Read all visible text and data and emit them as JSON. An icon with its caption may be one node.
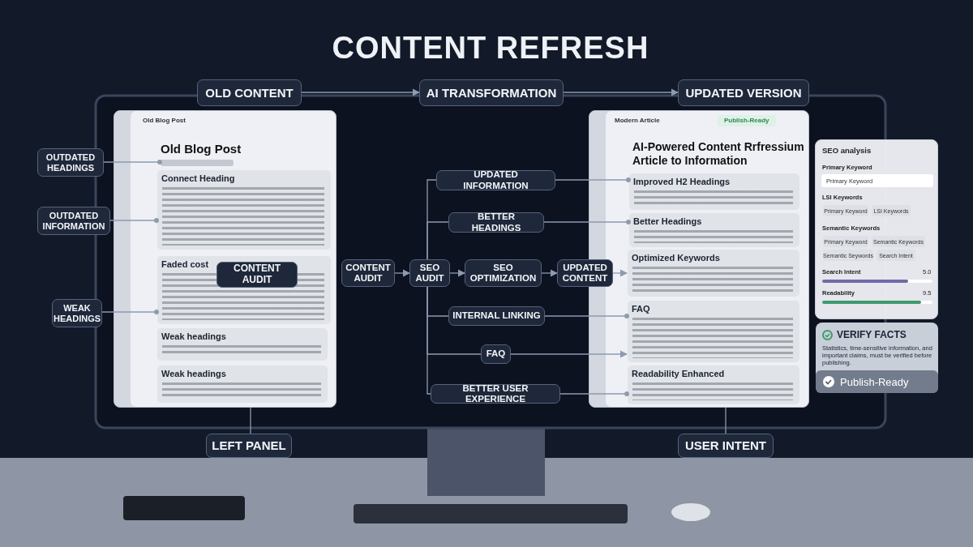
{
  "diagram": {
    "title": "CONTENT REFRESH",
    "nodes": [
      {
        "text": [
          "OLD CONTENT"
        ]
      },
      {
        "text": [
          "AI TRANSFORMATION"
        ]
      },
      {
        "text": [
          "UPDATED VERSION"
        ]
      },
      {
        "text": [
          "Old Blog Post",
          "Old Blog Post"
        ]
      },
      {
        "text": [],
        "shape": "bar",
        "in": 3
      },
      {
        "text": [
          "Connect Heading"
        ],
        "in": 3
      },
      {
        "text": [
          "Faded cost"
        ],
        "in": 3
      },
      {
        "text": [
          "CONTENT AUDIT"
        ],
        "in": 6
      },
      {
        "text": [
          "Weak headings"
        ],
        "in": 3
      },
      {
        "text": [
          "Weak headings"
        ],
        "in": 3
      },
      {
        "text": [
          "OUTDATED HEADINGS"
        ]
      },
      {
        "text": [
          "OUTDATED INFORMATION"
        ]
      },
      {
        "text": [
          "WEAK HEADINGS"
        ]
      },
      {
        "text": [
          "CONTENT AUDIT"
        ]
      },
      {
        "text": [
          "SEO AUDIT"
        ]
      },
      {
        "text": [
          "SEO OPTIMIZATION"
        ]
      },
      {
        "text": [
          "UPDATED CONTENT"
        ]
      },
      {
        "text": [
          "UPDATED INFORMATION"
        ]
      },
      {
        "text": [
          "BETTER HEADINGS"
        ]
      },
      {
        "text": [
          "INTERNAL LINKING"
        ]
      },
      {
        "text": [
          "FAQ"
        ]
      },
      {
        "text": [
          "BETTER USER EXPERIENCE"
        ]
      },
      {
        "text": [
          "Modern Article",
          "Publish-Ready",
          "AI-Powered Content Rrfressium Article to Information"
        ]
      },
      {
        "text": [
          "Improved H2 Headings"
        ],
        "in": 22
      },
      {
        "text": [
          "Better Headings"
        ],
        "in": 22
      },
      {
        "text": [
          "Optimized Keywords"
        ],
        "in": 22
      },
      {
        "text": [
          "FAQ"
        ],
        "in": 22
      },
      {
        "text": [
          "Readability Enhanced"
        ],
        "in": 22
      },
      {
        "text": [
          "SEO analysis",
          "Primary Keyword",
          "LSI Keywords",
          "Semantic Keywords",
          "Search Intent",
          "5.0",
          "Readability",
          "9.5"
        ]
      },
      {
        "text": [
          "Primary Keyword"
        ],
        "in": 28
      },
      {
        "text": [
          "Primary Keyword"
        ],
        "in": 28
      },
      {
        "text": [
          "LSI Keywords"
        ],
        "in": 28
      },
      {
        "text": [
          "Primary Keyword"
        ],
        "in": 28
      },
      {
        "text": [
          "Semantic Keywords"
        ],
        "in": 28
      },
      {
        "text": [
          "Semantic Seywords"
        ],
        "in": 28
      },
      {
        "text": [
          "Search Intent"
        ],
        "in": 28
      },
      {
        "text": [
          "VERIFY FACTS",
          "Statistics, time-sensitive information, and important claims, must be verified before publishing."
        ]
      },
      {
        "text": [
          "Publish-Ready"
        ],
        "in": 36
      },
      {
        "text": [
          "LEFT PANEL"
        ]
      },
      {
        "text": [
          "USER INTENT"
        ]
      }
    ],
    "edges": [
      {
        "from": 0,
        "to": 1,
        "arrow": "to"
      },
      {
        "from": 1,
        "to": 2,
        "arrow": "to"
      },
      {
        "from": 10,
        "to": 4,
        "arrow": "other"
      },
      {
        "from": 11,
        "to": 5,
        "arrow": "other"
      },
      {
        "from": 12,
        "to": 6,
        "arrow": "other"
      },
      {
        "from": 13,
        "to": 14,
        "arrow": "to"
      },
      {
        "from": 14,
        "to": 15,
        "arrow": "to"
      },
      {
        "from": 15,
        "to": 16,
        "arrow": "to"
      },
      {
        "from": 14,
        "to": 17,
        "arrow": "none"
      },
      {
        "from": 14,
        "to": 18,
        "arrow": "none"
      },
      {
        "from": 14,
        "to": 19,
        "arrow": "none"
      },
      {
        "from": 14,
        "to": 20,
        "arrow": "none"
      },
      {
        "from": 14,
        "to": 21,
        "arrow": "none"
      },
      {
        "from": 17,
        "to": 23,
        "arrow": "other"
      },
      {
        "from": 18,
        "to": 24,
        "arrow": "other"
      },
      {
        "from": 16,
        "to": 25,
        "arrow": "to"
      },
      {
        "from": 19,
        "to": 26,
        "arrow": "other"
      },
      {
        "from": 20,
        "to": 26,
        "arrow": "to"
      },
      {
        "from": 21,
        "to": 27,
        "arrow": "other"
      },
      {
        "from": 38,
        "to": 3,
        "arrow": "none"
      },
      {
        "from": 39,
        "to": 22,
        "arrow": "none"
      }
    ]
  }
}
